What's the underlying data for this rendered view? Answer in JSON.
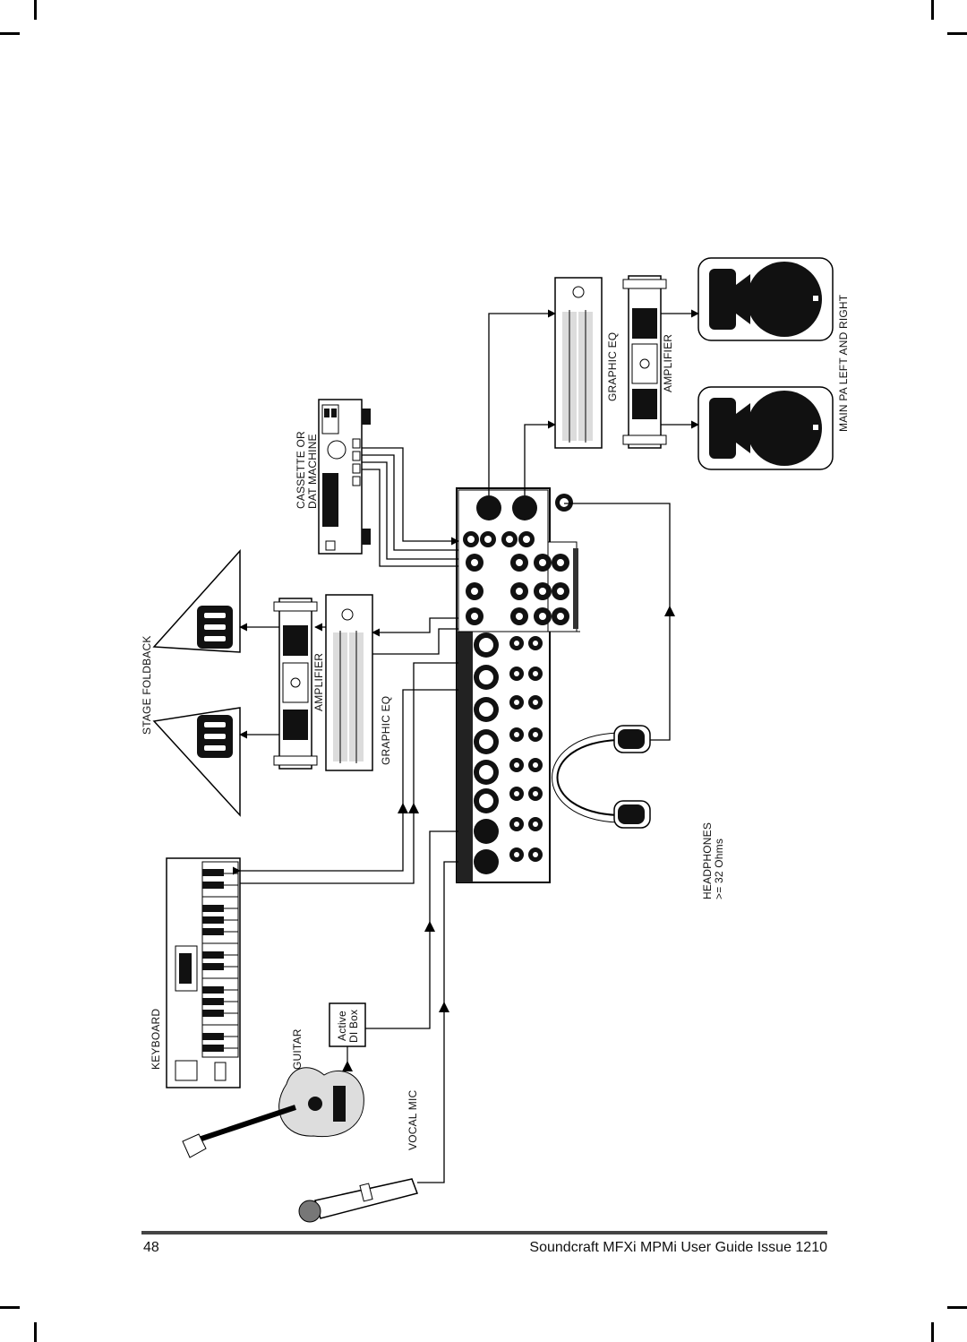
{
  "labels": {
    "stage_foldback": "STAGE FOLDBACK",
    "amplifier_left": "AMPLIFIER",
    "graphic_eq_left": "GRAPHIC EQ",
    "cassette_or": "CASSETTE OR",
    "dat_machine": "DAT MACHINE",
    "graphic_eq_right": "GRAPHIC EQ",
    "amplifier_right": "AMPLIFIER",
    "main_pa": "MAIN PA LEFT AND RIGHT",
    "keyboard": "KEYBOARD",
    "guitar": "GUITAR",
    "di_box_line1": "Active",
    "di_box_line2": "DI Box",
    "vocal_mic": "VOCAL MIC",
    "headphones": "HEADPHONES",
    "headphones_impedance": ">= 32 Ohms"
  },
  "footer": {
    "page_number": "48",
    "guide_title": "Soundcraft MFXi MPMi User Guide Issue 1210"
  }
}
